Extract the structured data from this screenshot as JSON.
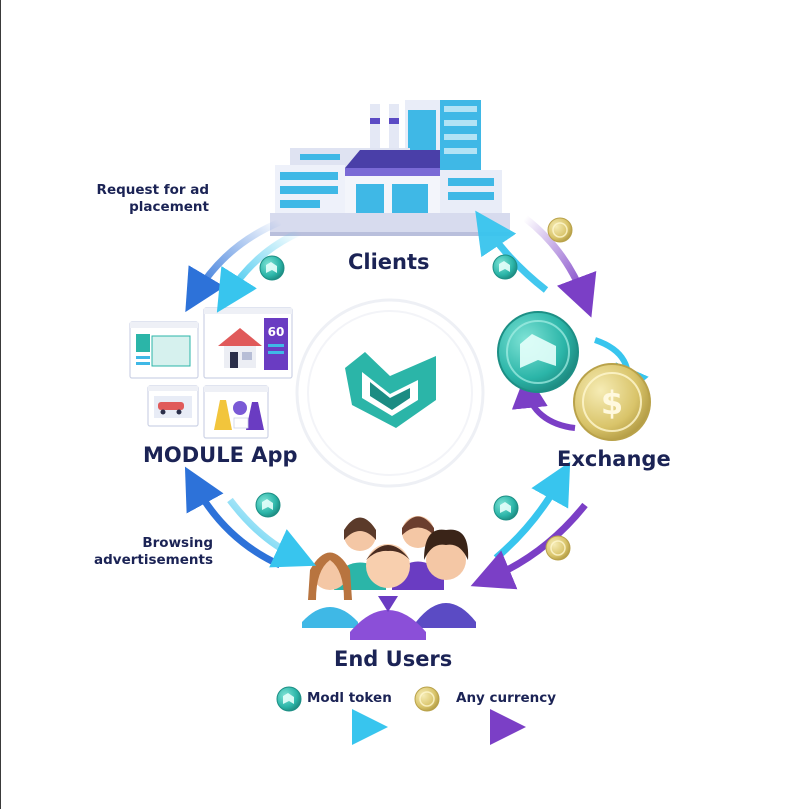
{
  "nodes": {
    "clients": "Clients",
    "module_app": "MODULE App",
    "exchange": "Exchange",
    "end_users": "End Users"
  },
  "flows": {
    "request_line1": "Request for ad",
    "request_line2": "placement",
    "browsing_line1": "Browsing",
    "browsing_line2": "advertisements"
  },
  "legend": {
    "token_label": "Modl token",
    "currency_label": "Any currency"
  },
  "ad_card_text": {
    "price_badge": "60"
  },
  "colors": {
    "navy_text": "#1b2355",
    "token_teal": "#2bb5a8",
    "coin_gold": "#d9c46a",
    "arrow_blue": "#2d72d9",
    "arrow_cyan": "#38c5ee",
    "arrow_purple": "#7b3fc6"
  },
  "icons": [
    "factory-icon",
    "module-logo-icon",
    "ad-cards-icon",
    "coin-exchange-icon",
    "users-group-icon",
    "modl-token-icon",
    "currency-coin-icon"
  ]
}
